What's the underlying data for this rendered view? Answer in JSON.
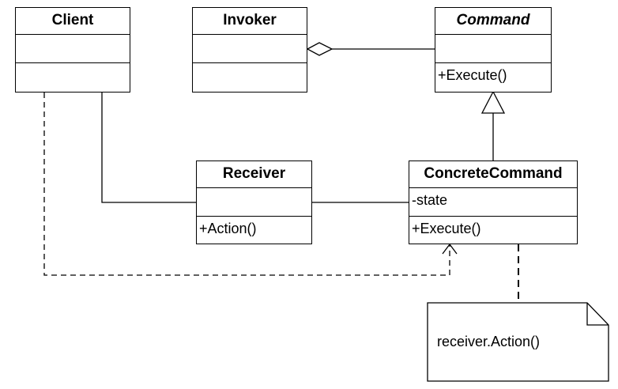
{
  "classes": {
    "client": {
      "name": "Client",
      "attributes": "",
      "operations": ""
    },
    "invoker": {
      "name": "Invoker",
      "attributes": "",
      "operations": ""
    },
    "command": {
      "name": "Command",
      "attributes": "",
      "operations": "+Execute()"
    },
    "receiver": {
      "name": "Receiver",
      "attributes": "",
      "operations": "+Action()"
    },
    "concretecommand": {
      "name": "ConcreteCommand",
      "attributes": "-state",
      "operations": "+Execute()"
    }
  },
  "note": {
    "text": "receiver.Action()"
  }
}
